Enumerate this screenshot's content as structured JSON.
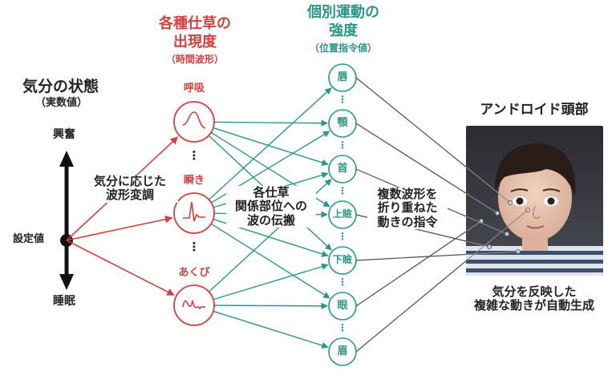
{
  "mood": {
    "title": "気分の状態",
    "subtitle": "（実数値）",
    "top_label": "興奮",
    "mid_label": "設定値",
    "bottom_label": "睡眠"
  },
  "phenomena": {
    "title_line1": "各種仕草の",
    "title_line2": "出現度",
    "subtitle": "（時間波形）",
    "items": [
      "呼吸",
      "瞬き",
      "あくび"
    ],
    "ellipsis": "⋮"
  },
  "motions": {
    "title_line1": "個別運動の",
    "title_line2": "強度",
    "subtitle": "（位置指令値）",
    "items": [
      "唇",
      "顎",
      "首",
      "上瞼",
      "下瞼",
      "眼",
      "眉"
    ],
    "ellipsis": "⋮"
  },
  "annotations": {
    "modulation_line1": "気分に応じた",
    "modulation_line2": "波形変調",
    "propagation_line1": "各仕草",
    "propagation_line2": "関係部位への",
    "propagation_line3": "波の伝搬",
    "superposition_line1": "複数波形を",
    "superposition_line2": "折り重ねた",
    "superposition_line3": "動きの指令",
    "result_line1": "気分を反映した",
    "result_line2": "複雑な動きが自動生成"
  },
  "android": {
    "title": "アンドロイド頭部"
  },
  "colors": {
    "red": "#d43f3f",
    "teal": "#2a9687",
    "dark": "#222222",
    "connector": "#4a4a4a"
  }
}
